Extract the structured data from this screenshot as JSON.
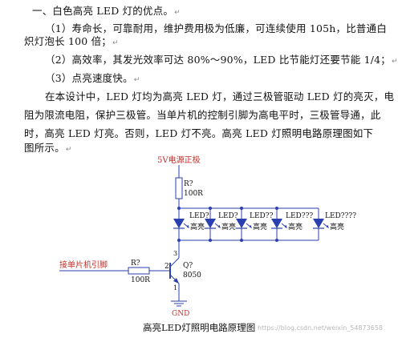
{
  "text": {
    "heading_advantages": "一、白色高亮 LED 灯的优点。",
    "point1_line1": "（1）寿命长，可靠耐用，维护费用极为低廉，可连续使用 105h，比普通白",
    "point1_line2": "炽灯泡长 100 倍；",
    "point2": "（2）高效率，其发光效率可达 80%～90%，LED 比节能灯还要节能 1/4；",
    "point3": "（3）点亮速度快。",
    "design_line1": "在本设计中，LED 灯均为高亮 LED 灯，通过三极管驱动 LED 灯的亮灭，电",
    "design_line2": "阻为限流电阻，保护三极管。当单片机的控制引脚为高电平时，三极管导通，此",
    "design_line3": "时，高亮 LED 灯亮。否则，LED 灯不亮。高亮 LED 灯照明电路原理图如下",
    "design_line4": "图所示。",
    "paragraph_mark": "↵"
  },
  "circuit": {
    "supply_label": "5V电源正极",
    "resistor_top": {
      "ref": "R?",
      "value": "100R"
    },
    "leds": [
      {
        "ref": "LED?",
        "label": "高亮"
      },
      {
        "ref": "LED?",
        "label": "高亮"
      },
      {
        "ref": "LED??",
        "label": "高亮"
      },
      {
        "ref": "LED???",
        "label": "高亮"
      },
      {
        "ref": "LED????",
        "label": "高亮"
      }
    ],
    "mcu_pin_label": "接单片机引脚",
    "resistor_base": {
      "ref": "R?",
      "value": "100R"
    },
    "transistor": {
      "ref": "Q?",
      "part": "8050",
      "pin_base": "2",
      "pin_collector": "3",
      "pin_emitter": "1"
    },
    "ground_label": "GND",
    "wire_color": "#2a3fb0",
    "label_color": "#c0302b"
  },
  "caption": "高亮LED灯照明电路原理图",
  "watermark": "https://blog.csdn.net/weixin_54873658"
}
